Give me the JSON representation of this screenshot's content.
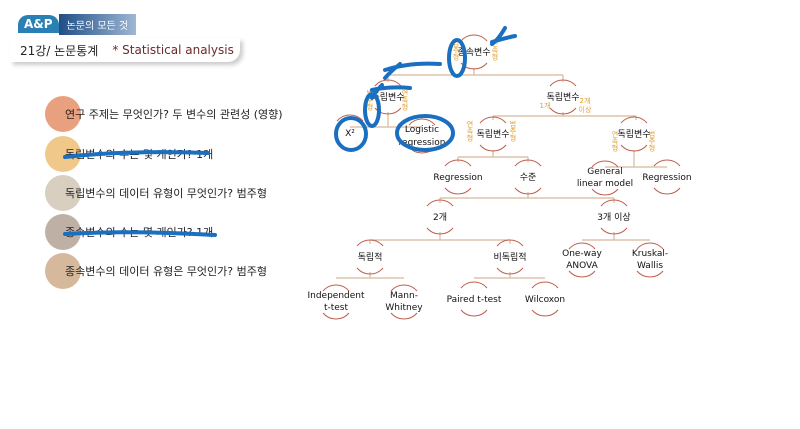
{
  "header": {
    "logo": "A&P",
    "logo_name": "논문의 모든 것",
    "lecture": "21강/ 논문통계",
    "subtitle": "* Statistical analysis"
  },
  "questions": [
    {
      "text": "연구 주제는 무엇인가? 두 변수의 관련성 (영향)",
      "color": "#e8a07e"
    },
    {
      "text": "독립변수의 수는 몇 개인가? 1개",
      "color": "#f0c98a"
    },
    {
      "text": "독립변수의 데이터 유형이 무엇인가? 범주형",
      "color": "#d8cfc0"
    },
    {
      "text": "종속변수의 수는 몇 개인가? 1개",
      "color": "#bfb0a6"
    },
    {
      "text": "종속변수의 데이터 유형은 무엇인가? 범주형",
      "color": "#d6b99c"
    }
  ],
  "tree": {
    "root": "종속변수",
    "root_left": "범주형",
    "root_right": "연속형",
    "iv_left": "독립변수",
    "iv_left_l": "범주형",
    "iv_left_r": "연속형",
    "chi": "X²",
    "logistic1": "Logistic",
    "logistic2": "regression",
    "iv_right": "독립변수",
    "one": "1개",
    "two_plus1": "2개",
    "two_plus2": "이상",
    "iv_a": "독립변수",
    "iv_a_l": "연속형",
    "iv_a_r": "범주형",
    "iv_b": "독립변수",
    "iv_b_l": "연속형",
    "iv_b_r": "범주형",
    "regression": "Regression",
    "level": "수준",
    "glm1": "General",
    "glm2": "linear model",
    "regression2": "Regression",
    "two": "2개",
    "three_plus": "3개 이상",
    "indep": "독립적",
    "nonindep": "비독립적",
    "anova1": "One-way",
    "anova2": "ANOVA",
    "kw1": "Kruskal-",
    "kw2": "Wallis",
    "ttest1": "Independent",
    "ttest2": "t-test",
    "mw1": "Mann-",
    "mw2": "Whitney",
    "paired": "Paired t-test",
    "wilcoxon": "Wilcoxon"
  },
  "colors": {
    "line": "#d8b89a",
    "arc": "#b94a3a",
    "orange": "#e0a030",
    "ink": "#1a6fc0"
  }
}
